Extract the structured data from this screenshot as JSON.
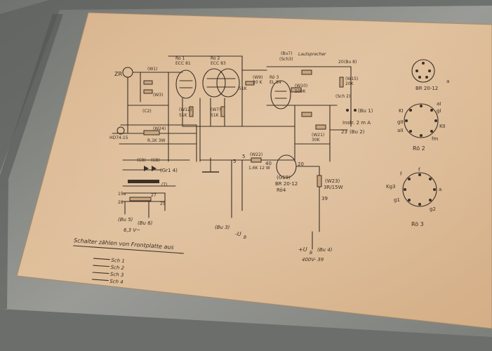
{
  "schematic": {
    "tubes": {
      "r1": [
        "Rö 1",
        "ECC 81"
      ],
      "r2": [
        "Rö 2",
        "ECC 83"
      ],
      "r3": [
        "Rö 3",
        "EL 84"
      ],
      "r4": [
        "(G19)",
        "BR 20-12",
        "Rö4"
      ],
      "r4_load": [
        "(W23)",
        "3R/15W"
      ],
      "r4_num": "39"
    },
    "speaker": "Lautsprecher",
    "jacks": {
      "bu1": "Instr. 2 m A",
      "bu1_tag": "(Bu 1)",
      "bu2": "(Bu 2)",
      "bu2_num": "23",
      "bu3": "(Bu 3)",
      "bu4": "(Bu 4)",
      "bu5": "(Bu 5)",
      "bu6": "(Bu 6)",
      "bu7": "(Bu7)",
      "bu8": "(Bu 8)",
      "bu8_num": "20"
    },
    "supply": {
      "heater": "6,3 V~",
      "minus_vb": "-U",
      "minus_vb_sub": "B",
      "plus_vb": "+U",
      "plus_vb_sub": "B",
      "plus_vb_value": "400V- 39"
    },
    "labels": {
      "zr": "ZR",
      "hd": "HD74-15",
      "r_w24": "(W24)",
      "r_w24_val": "R,1K 3W",
      "r_w22": "(W22)",
      "r_w22_val": "1,6K 12 W",
      "gr1": "(Gr1 4)",
      "sch3": "(Sch3)",
      "w15": "(W15)",
      "w15_val": "20K",
      "sch2": "(Sch 2)",
      "w9": "(W9)",
      "w9_val": "20 K",
      "w7": "(W7)",
      "w7_val": "51K",
      "w12": "(W12)",
      "w12_val": "51K",
      "w21": "(W21)",
      "w21_val": "30K",
      "w10": "(W10)",
      "w10_val": "500K",
      "node_5": "5",
      "node_40": "40",
      "node_20": "20"
    },
    "legend": {
      "title": "Schalter zählen von Frontplatte aus",
      "items": [
        "Sch 1",
        "Sch 2",
        "Sch 3",
        "Sch 4"
      ]
    },
    "socket_diagrams": {
      "top_label": "BR 20-12",
      "top_mark": "a",
      "middle_pins": [
        "KI",
        "gI",
        "aI",
        "KII",
        "aII",
        "gII",
        "fm"
      ],
      "middle_label": "Rö 2",
      "bottom_pins": [
        "f",
        "f",
        "Kg3",
        "a",
        "g1",
        "g2"
      ],
      "bottom_label": "Rö 3"
    }
  }
}
